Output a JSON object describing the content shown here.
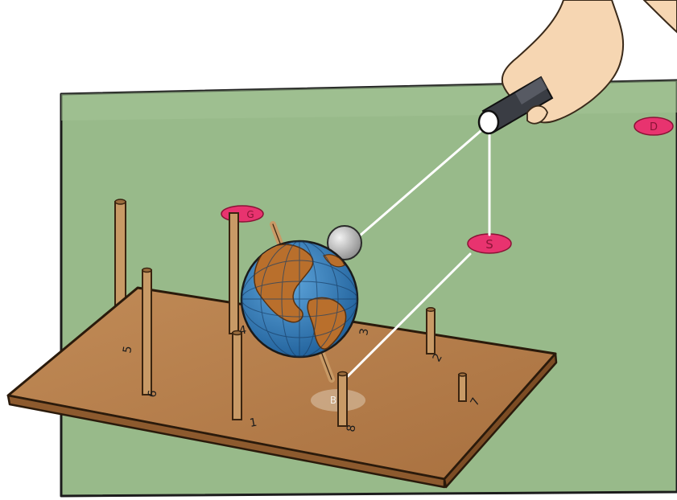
{
  "scene": {
    "marker_labels": {
      "top_left": "G",
      "top_right": "D",
      "middle": "S",
      "board": "B"
    },
    "post_numbers": [
      "1",
      "2",
      "3",
      "4",
      "5",
      "6",
      "7",
      "8"
    ],
    "colors": {
      "paper": "#ffffff",
      "tabletop": "#98ba8a",
      "board": "#b98452",
      "board_edge": "#8d5a2e",
      "marker": "#e8336f",
      "ocean": "#2f7fc0",
      "land": "#b96f2c",
      "skin": "#f6d6b2",
      "flashlight": "#3a3d44",
      "ball": "#cfcfcf",
      "light_ray": "#ffffff"
    },
    "icons": [
      "hand-icon",
      "flashlight-icon",
      "globe-icon",
      "ball-icon"
    ]
  }
}
